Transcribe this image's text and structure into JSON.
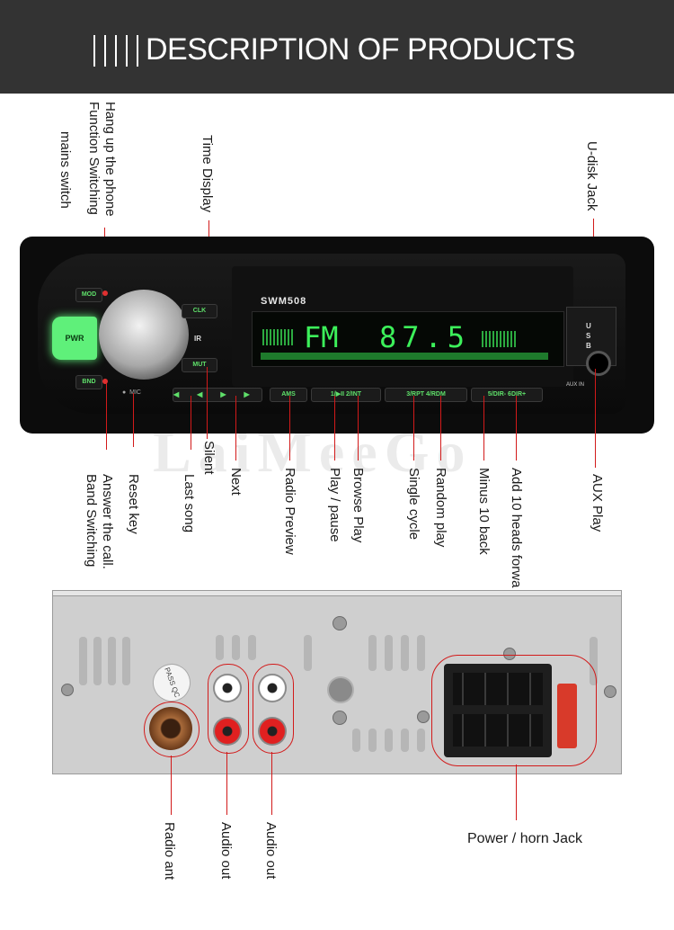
{
  "header": {
    "title": "DESCRIPTION OF PRODUCTS"
  },
  "top_labels": {
    "mains_switch": "mains switch",
    "function_switching": "Function Switching",
    "hang_up": "Hang up the phone",
    "time_display": "Time Display",
    "udisk_jack": "U-disk Jack"
  },
  "device": {
    "model": "SWM508",
    "display_band": "FM",
    "display_freq": "87.5",
    "buttons": {
      "mod": "MOD",
      "pwr": "PWR",
      "bnd": "BND",
      "clk": "CLK",
      "ir": "IR",
      "mut": "MUT",
      "mic": "MIC",
      "ams": "AMS",
      "play": "1/▶II 2/INT",
      "rpt": "3/RPT 4/RDM",
      "dir": "5/DIR- 6DIR+",
      "usb": "USB",
      "aux": "AUX IN",
      "prev_icon": "◀◀",
      "next_icon": "▶▶"
    },
    "watermark": "LaiMeeGo"
  },
  "bottom_labels": {
    "band_switching": "Band Switching",
    "answer_call": "Answer the call.",
    "reset_key": "Reset key",
    "last_song": "Last song",
    "silent": "Silent",
    "next": "Next",
    "radio_preview": "Radio Preview",
    "play_pause": "Play / pause",
    "browse_play": "Browse Play",
    "single_cycle": "Single cycle",
    "random_play": "Random play",
    "minus_10_back": "Minus 10 back",
    "add_10": "Add 10 heads forwa",
    "aux_play": "AUX Play"
  },
  "rear": {
    "pass_qc": "PASS QC",
    "radio_ant": "Radio ant",
    "audio_out_1": "Audio out",
    "audio_out_2": "Audio out",
    "power_horn": "Power / horn Jack"
  },
  "colors": {
    "accent_red": "#d21a1a",
    "display_green": "#3cf05a",
    "pwr_green": "#5ff07a",
    "header_bg": "#333333"
  }
}
